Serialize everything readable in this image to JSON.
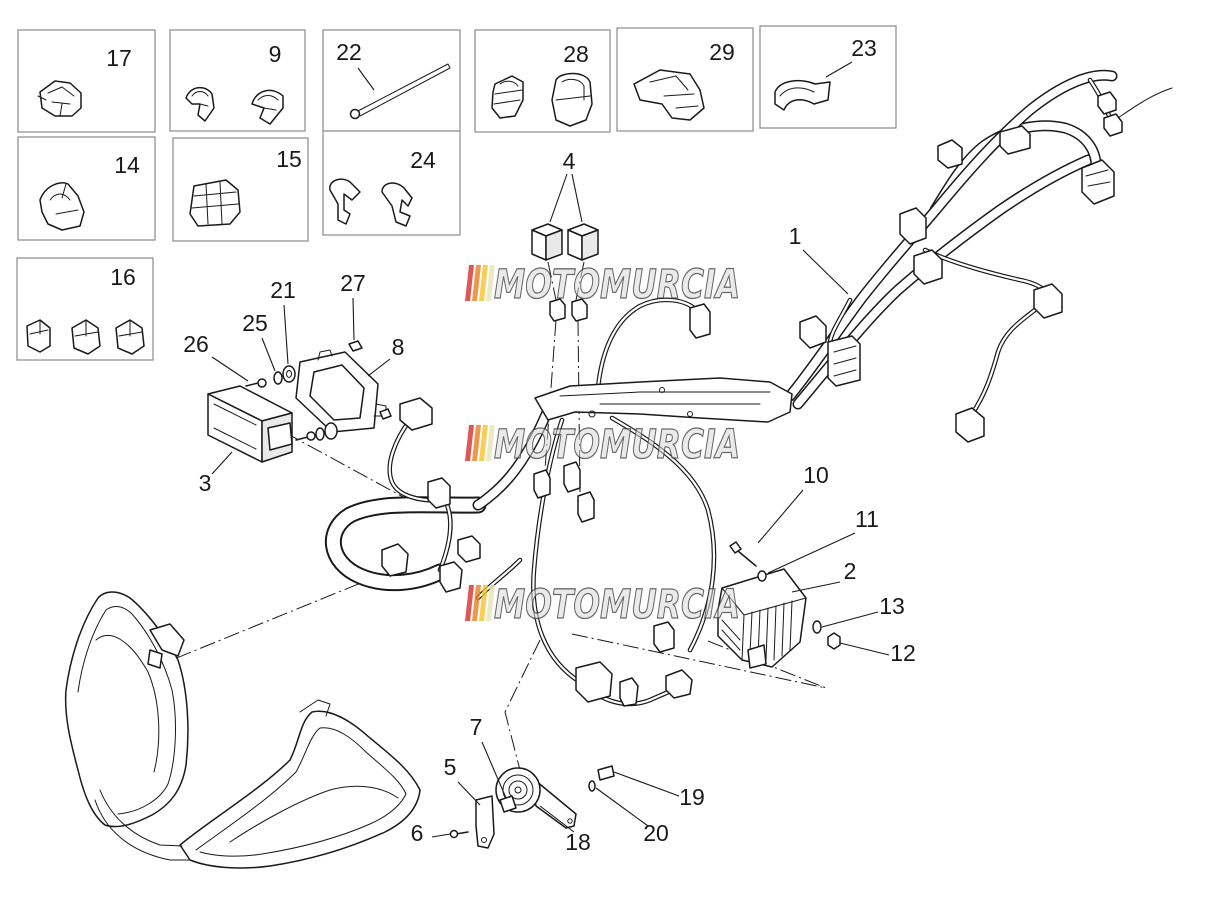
{
  "insets": [
    "17",
    "9",
    "22",
    "24",
    "28",
    "29",
    "23",
    "14",
    "15",
    "16"
  ],
  "callouts": [
    "4",
    "1",
    "21",
    "27",
    "25",
    "26",
    "8",
    "3",
    "10",
    "11",
    "2",
    "13",
    "12",
    "7",
    "5",
    "19",
    "6",
    "18",
    "20"
  ],
  "watermark": {
    "text": "MOTOMURCIA",
    "bar_colors": [
      "#d62f2b",
      "#ee7b23",
      "#f6c22a",
      "#e9e2b5"
    ]
  }
}
